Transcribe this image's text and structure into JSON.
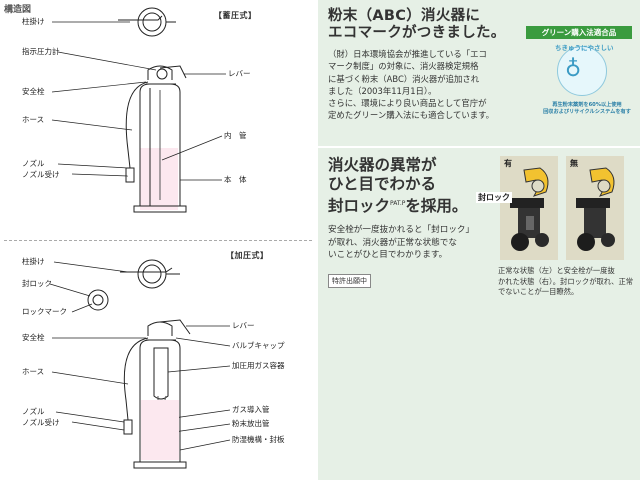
{
  "left": {
    "heading": "構造図",
    "top_section": {
      "type_label": "【蓄圧式】",
      "parts": {
        "hanger": "柱掛け",
        "gauge": "指示圧力計",
        "safety_pin": "安全栓",
        "hose": "ホース",
        "nozzle": "ノズル",
        "nozzle_holder": "ノズル受け",
        "lever": "レバー",
        "inner_tube": "内　管",
        "body": "本　体"
      }
    },
    "bottom_section": {
      "type_label": "【加圧式】",
      "parts": {
        "hanger": "柱掛け",
        "seal_lock": "封ロック",
        "lock_mark": "ロックマーク",
        "safety_pin": "安全栓",
        "hose": "ホース",
        "nozzle": "ノズル",
        "nozzle_holder": "ノズル受け",
        "lever": "レバー",
        "valve_cap": "バルブキャップ",
        "gas_container": "加圧用ガス容器",
        "gas_tube": "ガス導入管",
        "powder_tube": "粉末放出管",
        "seal": "防湿機構・封板"
      }
    }
  },
  "right": {
    "eco": {
      "title_line1": "粉末（ABC）消火器に",
      "title_line2": "エコマークがつきました。",
      "badge": "グリーン購入法適合品",
      "body_lines": [
        "（財）日本環境協会が推進している「エコ",
        "マーク制度」の対象に、消火器検定規格",
        "に基づく粉末（ABC）消火器が追加され",
        "ました（2003年11月1日）。",
        "さらに、環境により良い商品として官庁が",
        "定めたグリーン購入法にも適合しています。"
      ],
      "logo_arc_text": "ちきゅうにやさしい",
      "logo_note_line1": "再生粉末薬剤を60%以上使用",
      "logo_note_line2": "回収およびリサイクルシステムを有す"
    },
    "lock": {
      "title_line1": "消火器の異常が",
      "title_line2": "ひと目でわかる",
      "title_line3_main": "封ロック",
      "title_line3_sup": "PAT.P",
      "title_line3_end": "を採用。",
      "body_lines": [
        "安全栓が一度抜かれると「封ロック」",
        "が取れ、消火器が正常な状態でな",
        "いことがひと目でわかります。"
      ],
      "patent_badge": "特許出願中",
      "seal_lock_label": "封ロック",
      "photo_normal_label": "有",
      "photo_abnormal_label": "無",
      "caption_lines": [
        "正常な状態（左）と安全栓が一度抜",
        "かれた状態（右）。封ロックが取れ、正常",
        "でないことが一目瞭然。"
      ]
    }
  },
  "colors": {
    "green_badge": "#3a9b3f",
    "right_bg": "#e6f0e6",
    "pink_fill": "#fce8ef",
    "lock_yellow": "#f2c230"
  }
}
